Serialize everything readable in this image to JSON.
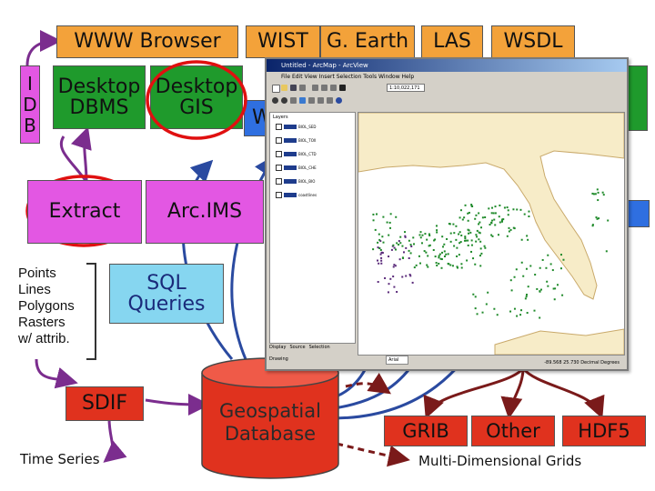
{
  "boxes": {
    "www_browser": "WWW Browser",
    "wist": "WIST",
    "google_earth": "G. Earth",
    "las": "LAS",
    "wsdl": "WSDL",
    "idb": "I\nD\nB",
    "desktop_dbms": "Desktop\nDBMS",
    "desktop_gis": "Desktop\nGIS",
    "hidden_blue_fragment": "W",
    "extract": "Extract",
    "arcims": "Arc.IMS",
    "sql_queries": "SQL\nQueries",
    "sdif": "SDIF",
    "geospatial_database": "Geospatial\nDatabase",
    "grib": "GRIB",
    "other": "Other",
    "hdf5": "HDF5"
  },
  "labels": {
    "feature_types": "Points\nLines\nPolygons\nRasters\nw/ attrib.",
    "time_series": "Time Series",
    "multi_dimensional_grids": "Multi-Dimensional Grids"
  },
  "arcmap": {
    "title": "Untitled - ArcMap - ArcView",
    "menu": "File  Edit  View  Insert  Selection  Tools  Window  Help",
    "scale": "1:10,022,171",
    "toc_header": "Layers",
    "toc_layers": [
      {
        "label": "BIOL_SED",
        "color": "#1e3c8c"
      },
      {
        "label": "BIOL_TOX",
        "color": "#1e3c8c"
      },
      {
        "label": "BIOL_CTD",
        "color": "#1e3c8c"
      },
      {
        "label": "BIOL_CHE",
        "color": "#1e3c8c"
      },
      {
        "label": "BIOL_BIO",
        "color": "#1e3c8c"
      },
      {
        "label": "coastlines",
        "color": "#1e3c8c"
      }
    ],
    "tabs": [
      "Display",
      "Source",
      "Selection"
    ],
    "draw_label": "Drawing",
    "font_select": "Arial",
    "coordinates": "-89.568 25.730 Decimal Degrees",
    "colors": {
      "land": "#f7ecc8",
      "coast": "#c9a96a",
      "dots_green": "#1f8a2a",
      "dots_purple": "#5a2a7a"
    }
  },
  "colors": {
    "orange": "#f3a23a",
    "green": "#1f9a2c",
    "magenta": "#e357e3",
    "blue": "#2f6fe0",
    "cyan": "#86d6f0",
    "red": "#e0321e",
    "arrow_purple": "#7b2d8e",
    "arrow_blue": "#2a4aa0",
    "arrow_darkred": "#7a1a1a",
    "highlight_red": "#e01010"
  }
}
